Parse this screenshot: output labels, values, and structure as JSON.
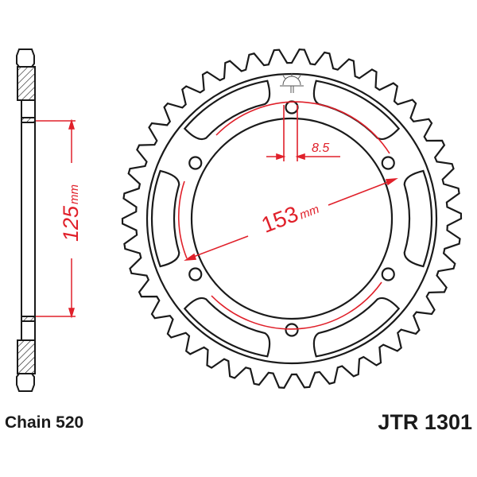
{
  "colors": {
    "line": "#1a1a1a",
    "dimension": "#e0202a",
    "background": "#ffffff"
  },
  "side_view": {
    "dimension_value": "125",
    "dimension_unit": "mm"
  },
  "front_view": {
    "bolt_circle_value": "153",
    "bolt_circle_unit": "mm",
    "bolt_hole_value": "8.5"
  },
  "footer": {
    "chain": "Chain 520",
    "part_number": "JTR 1301"
  }
}
